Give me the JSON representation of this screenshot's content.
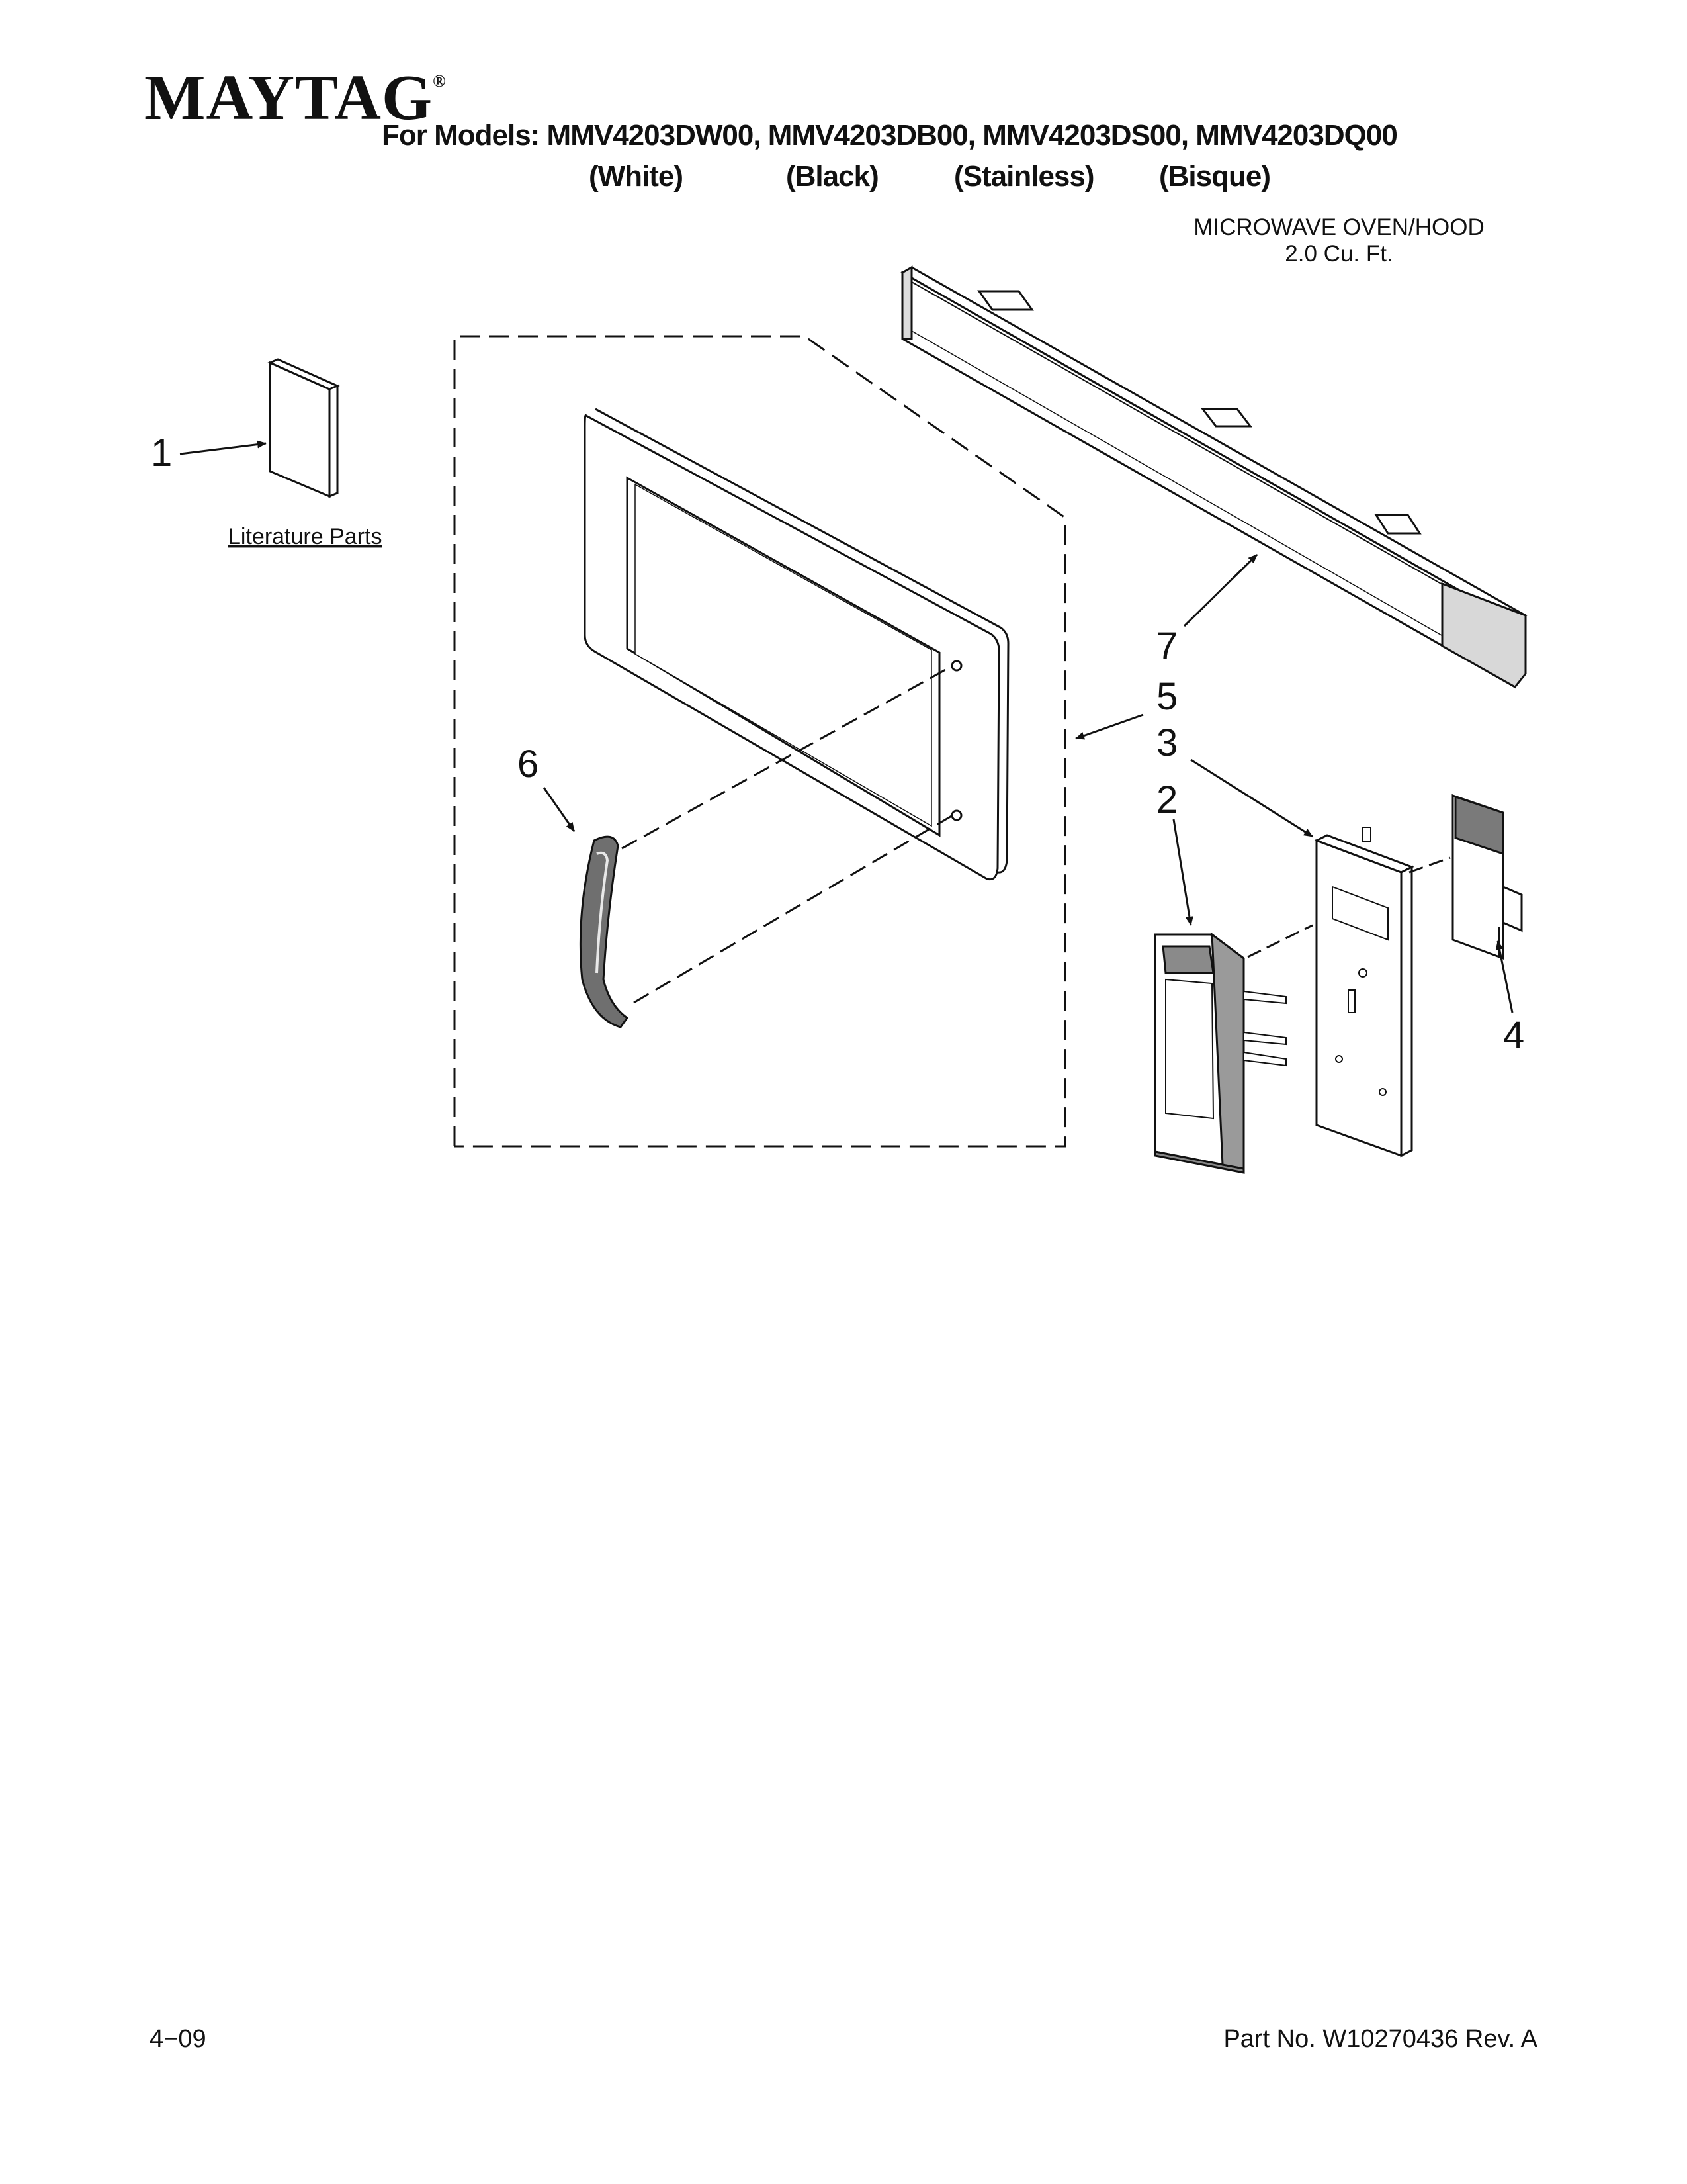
{
  "header": {
    "brand": "MAYTAG",
    "brand_mark": "®",
    "models_line": "For Models: MMV4203DW00, MMV4203DB00, MMV4203DS00, MMV4203DQ00",
    "variants": [
      "(White)",
      "(Black)",
      "(Stainless)",
      "(Bisque)"
    ]
  },
  "product": {
    "type": "MICROWAVE OVEN/HOOD",
    "capacity": "2.0 Cu. Ft."
  },
  "diagram": {
    "literature_label": "Literature Parts",
    "callouts": [
      "1",
      "2",
      "3",
      "4",
      "5",
      "6",
      "7"
    ]
  },
  "footer": {
    "date": "4−09",
    "part_number": "Part No. W10270436 Rev. A"
  }
}
